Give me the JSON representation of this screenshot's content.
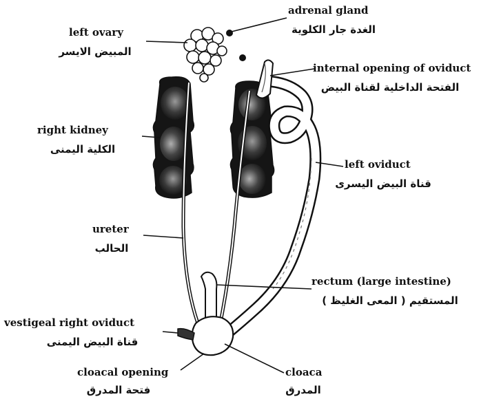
{
  "labels": {
    "adrenal_gland": {
      "en": "adrenal gland",
      "ar": "الغدة جار الكلوية"
    },
    "left_ovary": {
      "en": "left ovary",
      "ar": "المبيض الايسر"
    },
    "internal_opening": {
      "en": "internal opening of oviduct",
      "ar": "الفتحة الداخلية لقناة البيض"
    },
    "right_kidney": {
      "en": "right kidney",
      "ar": "الكلية اليمنى"
    },
    "left_oviduct": {
      "en": "left oviduct",
      "ar": "قناة البيض اليسرى"
    },
    "ureter": {
      "en": "ureter",
      "ar": "الحالب"
    },
    "rectum": {
      "en": "rectum (large intestine)",
      "ar": "المستقيم ( المعى الغليظ )"
    },
    "vestigial_right_oviduct": {
      "en": "vestigeal right oviduct",
      "ar": "قناة البيض اليمنى"
    },
    "cloacal_opening": {
      "en": "cloacal opening",
      "ar": "فتحة المدرق"
    },
    "cloaca": {
      "en": "cloaca",
      "ar": "المدرق"
    }
  },
  "colors": {
    "ink": "#111111",
    "kidney_dark": "#1a1a1a",
    "kidney_light": "#8a8a8a",
    "paper": "#ffffff"
  }
}
